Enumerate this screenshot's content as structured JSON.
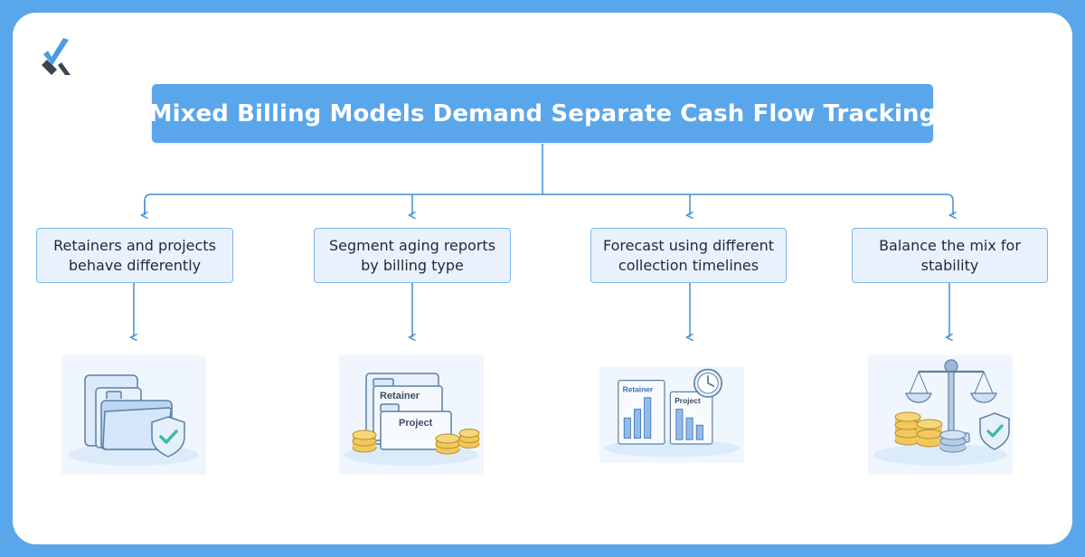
{
  "diagram": {
    "title": "Mixed Billing Models Demand Separate Cash Flow Tracking",
    "nodes": [
      {
        "label": "Retainers and projects behave differently",
        "icon": "secure-folders-illustration"
      },
      {
        "label": "Segment aging reports by billing type",
        "icon": "retainer-project-folders-coins-illustration",
        "illustration_labels": [
          "Retainer",
          "Project"
        ]
      },
      {
        "label": "Forecast using different collection timelines",
        "icon": "retainer-project-charts-clock-illustration",
        "illustration_labels": [
          "Retainer",
          "Project"
        ]
      },
      {
        "label": "Balance the mix for stability",
        "icon": "balance-scale-coins-shield-illustration"
      }
    ]
  },
  "colors": {
    "background": "#5aa6ea",
    "title_box": "#5aa6ea",
    "node_fill": "#e9f2fc",
    "node_border": "#7cb6ea",
    "connector": "#3f8fd6",
    "logo_blue": "#4a9be6",
    "logo_dark": "#3b4452"
  },
  "brand": {
    "logo_icon": "x-check-logo-icon"
  }
}
